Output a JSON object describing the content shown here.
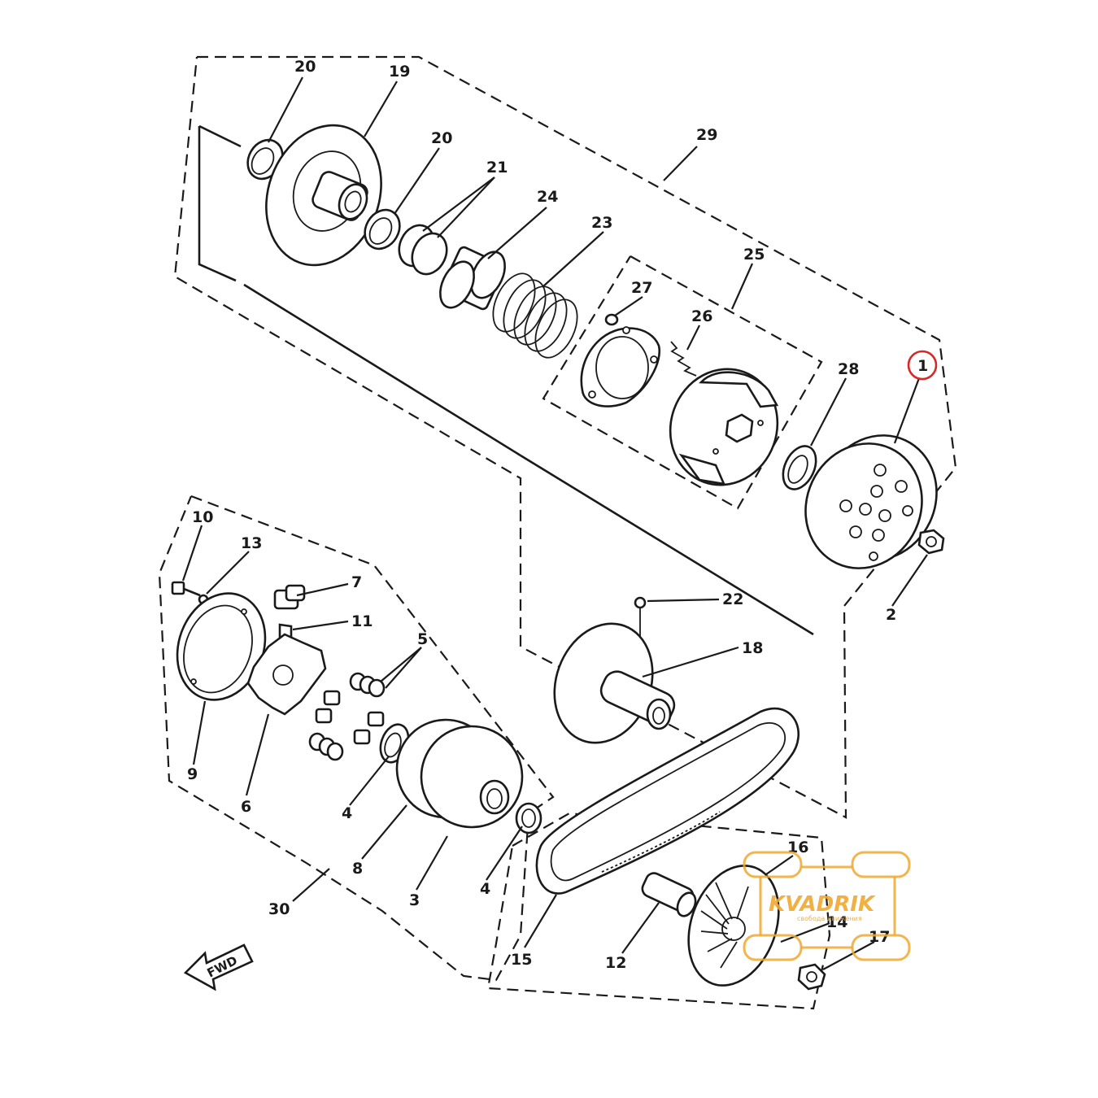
{
  "callouts": [
    {
      "id": "20a",
      "label": "20"
    },
    {
      "id": "19",
      "label": "19"
    },
    {
      "id": "20b",
      "label": "20"
    },
    {
      "id": "21",
      "label": "21"
    },
    {
      "id": "24",
      "label": "24"
    },
    {
      "id": "23",
      "label": "23"
    },
    {
      "id": "29",
      "label": "29"
    },
    {
      "id": "25",
      "label": "25"
    },
    {
      "id": "27",
      "label": "27"
    },
    {
      "id": "26",
      "label": "26"
    },
    {
      "id": "28",
      "label": "28"
    },
    {
      "id": "1",
      "label": "1"
    },
    {
      "id": "2",
      "label": "2"
    },
    {
      "id": "10",
      "label": "10"
    },
    {
      "id": "13",
      "label": "13"
    },
    {
      "id": "7",
      "label": "7"
    },
    {
      "id": "11",
      "label": "11"
    },
    {
      "id": "5",
      "label": "5"
    },
    {
      "id": "22",
      "label": "22"
    },
    {
      "id": "18",
      "label": "18"
    },
    {
      "id": "9",
      "label": "9"
    },
    {
      "id": "6",
      "label": "6"
    },
    {
      "id": "4a",
      "label": "4"
    },
    {
      "id": "8",
      "label": "8"
    },
    {
      "id": "3",
      "label": "3"
    },
    {
      "id": "4b",
      "label": "4"
    },
    {
      "id": "30",
      "label": "30"
    },
    {
      "id": "16",
      "label": "16"
    },
    {
      "id": "14",
      "label": "14"
    },
    {
      "id": "17",
      "label": "17"
    },
    {
      "id": "15",
      "label": "15"
    },
    {
      "id": "12",
      "label": "12"
    }
  ],
  "highlighted_part": "1",
  "highlight_color": "#d62828",
  "direction_badge": {
    "label": "FWD"
  },
  "watermark": {
    "brand": "KVADRIK",
    "tagline": "свобода движения",
    "color": "#f0a830"
  }
}
